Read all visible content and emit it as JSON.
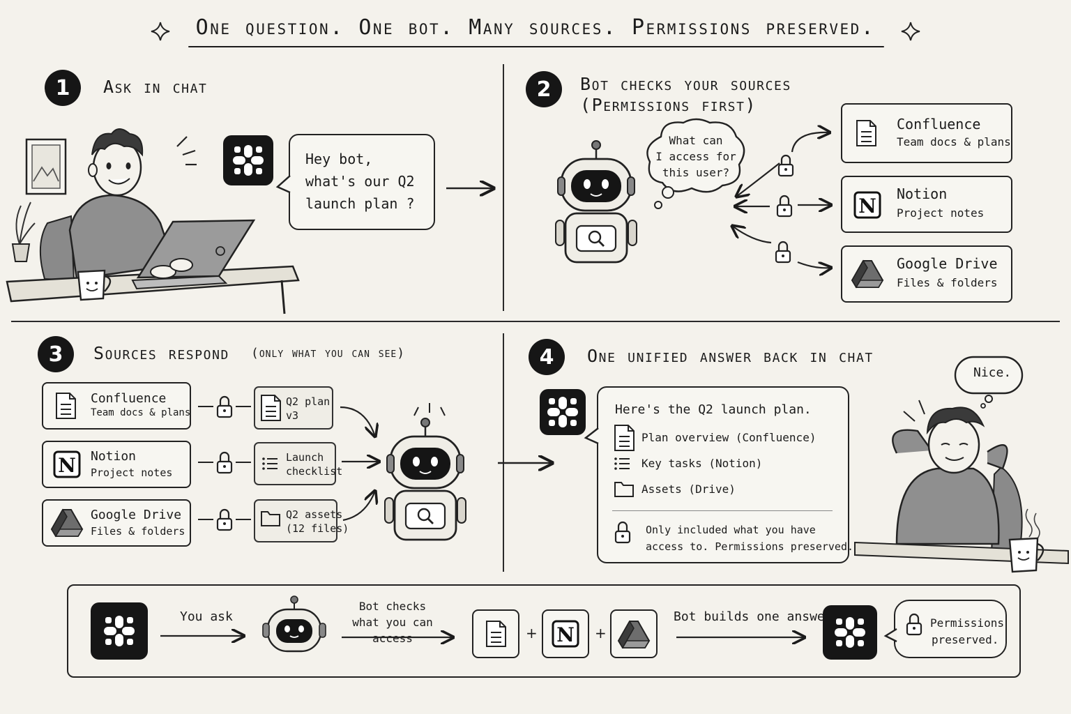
{
  "title": "One question. One bot.  Many sources.  Permissions preserved.",
  "steps": {
    "s1": {
      "num": "1",
      "title": "Ask in chat",
      "bubble": [
        "Hey bot,",
        "what's our Q2",
        "launch plan ?"
      ]
    },
    "s2": {
      "num": "2",
      "title_line1": "Bot checks your sources",
      "title_line2": "(Permissions first)",
      "thought": [
        "What can",
        "I access for",
        "this user?"
      ],
      "sources": [
        {
          "name": "Confluence",
          "sub": "Team docs & plans"
        },
        {
          "name": "Notion",
          "sub": "Project notes"
        },
        {
          "name": "Google Drive",
          "sub": "Files & folders"
        }
      ]
    },
    "s3": {
      "num": "3",
      "title": "Sources respond",
      "title_note": "(only what you can see)",
      "sources": [
        {
          "name": "Confluence",
          "sub": "Team docs & plans"
        },
        {
          "name": "Notion",
          "sub": "Project notes"
        },
        {
          "name": "Google Drive",
          "sub": "Files & folders"
        }
      ],
      "results": [
        {
          "line1": "Q2 plan",
          "line2": "v3"
        },
        {
          "line1": "Launch",
          "line2": "checklist"
        },
        {
          "line1": "Q2 assets",
          "line2": "(12 files)"
        }
      ]
    },
    "s4": {
      "num": "4",
      "title": "One unified answer back in chat",
      "answer_heading": "Here's the Q2 launch plan.",
      "items": [
        "Plan overview (Confluence)",
        "Key tasks (Notion)",
        "Assets (Drive)"
      ],
      "note_line1": "Only included what you have",
      "note_line2": "access to. Permissions preserved.",
      "reaction": "Nice."
    }
  },
  "summary": {
    "you_ask": "You ask",
    "bot_checks_1": "Bot checks",
    "bot_checks_2": "what you can access",
    "plus": "+",
    "builds": "Bot builds one answer",
    "perm_1": "Permissions",
    "perm_2": "preserved."
  }
}
